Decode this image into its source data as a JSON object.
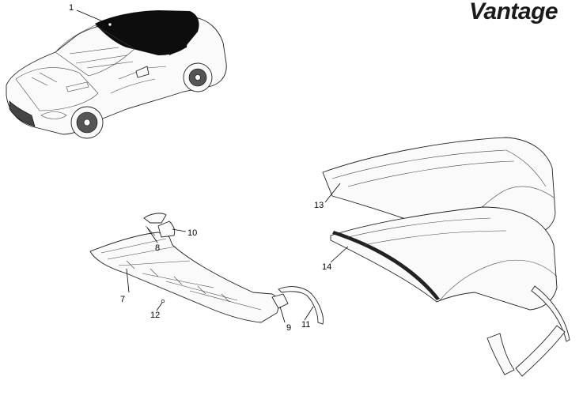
{
  "brand": {
    "logo_text": "Vantage"
  },
  "callouts": {
    "c1": "1",
    "c7": "7",
    "c8": "8",
    "c9": "9",
    "c10": "10",
    "c11": "11",
    "c12": "12",
    "c13": "13",
    "c14": "14"
  }
}
